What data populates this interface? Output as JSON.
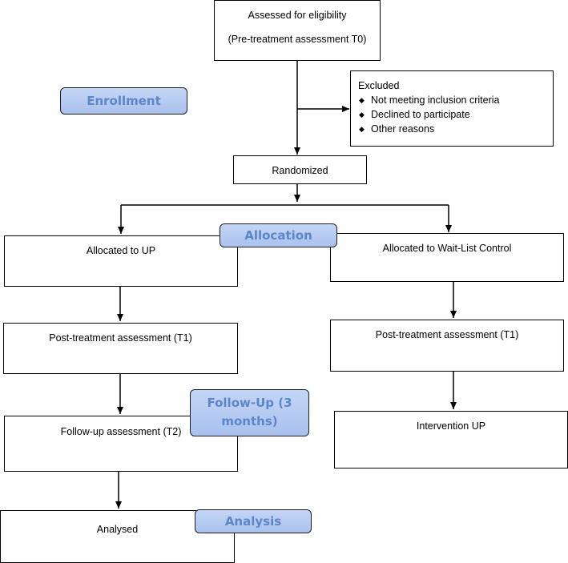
{
  "boxes": {
    "eligibility": {
      "line1": "Assessed for eligibility",
      "line2": "(Pre-treatment assessment T0)"
    },
    "excluded": {
      "title": "Excluded",
      "items": [
        "Not meeting inclusion criteria",
        "Declined to participate",
        "Other reasons"
      ]
    },
    "randomized": "Randomized",
    "allocated_up": "Allocated to UP",
    "allocated_wait": "Allocated to Wait-List Control",
    "post_left": "Post-treatment assessment (T1)",
    "post_right": "Post-treatment assessment (T1)",
    "followup": "Follow-up assessment (T2)",
    "intervention": "Intervention UP",
    "analysed": "Analysed"
  },
  "stages": {
    "enrollment": "Enrollment",
    "allocation": "Allocation",
    "followup": "Follow-Up (3 months)",
    "analysis": "Analysis"
  },
  "colors": {
    "stage_fill": "#b3c9f0",
    "stage_text": "#5b86c9",
    "line": "#000000"
  }
}
